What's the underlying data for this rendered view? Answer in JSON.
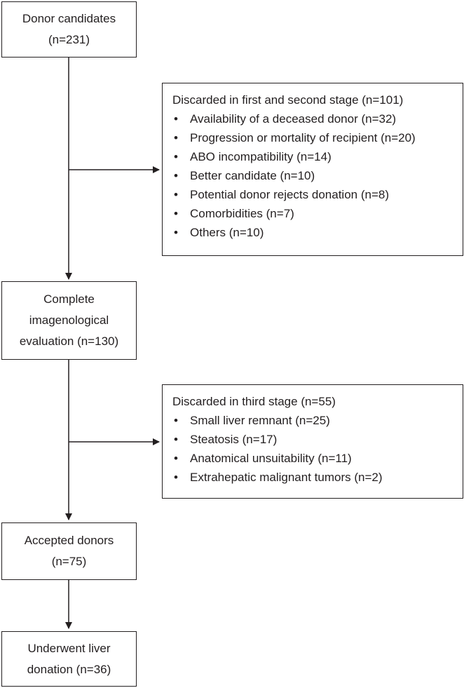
{
  "nodes": {
    "donor_candidates": {
      "line1": "Donor candidates",
      "line2": "(n=231)"
    },
    "complete_evaluation": {
      "line1": "Complete",
      "line2": "imagenological",
      "line3": "evaluation (n=130)"
    },
    "accepted_donors": {
      "line1": "Accepted donors",
      "line2": "(n=75)"
    },
    "underwent_donation": {
      "line1": "Underwent liver",
      "line2": "donation (n=36)"
    }
  },
  "discard_stage_1_2": {
    "title": "Discarded in first and second stage (n=101)",
    "items": [
      "Availability of a deceased donor (n=32)",
      "Progression or mortality of recipient (n=20)",
      "ABO incompatibility (n=14)",
      "Better candidate (n=10)",
      "Potential donor rejects donation (n=8)",
      "Comorbidities (n=7)",
      "Others (n=10)"
    ]
  },
  "discard_stage_3": {
    "title": "Discarded in third stage (n=55)",
    "items": [
      "Small liver remnant (n=25)",
      "Steatosis (n=17)",
      "Anatomical unsuitability (n=11)",
      "Extrahepatic malignant tumors (n=2)"
    ]
  },
  "bullet_glyph": "•",
  "colors": {
    "line": "#231f20",
    "background": "#ffffff"
  }
}
